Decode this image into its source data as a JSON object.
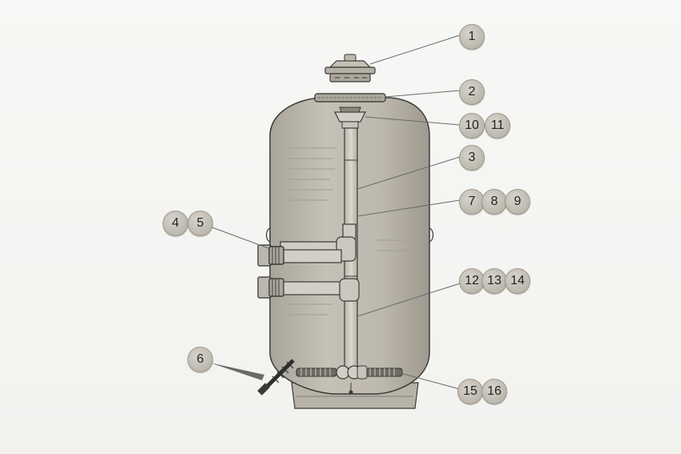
{
  "callouts": [
    {
      "id": "c1",
      "label": "1"
    },
    {
      "id": "c2",
      "label": "2"
    },
    {
      "id": "c10",
      "label": "10"
    },
    {
      "id": "c11",
      "label": "11"
    },
    {
      "id": "c3",
      "label": "3"
    },
    {
      "id": "c7",
      "label": "7"
    },
    {
      "id": "c8",
      "label": "8"
    },
    {
      "id": "c9",
      "label": "9"
    },
    {
      "id": "c4",
      "label": "4"
    },
    {
      "id": "c5",
      "label": "5"
    },
    {
      "id": "c12",
      "label": "12"
    },
    {
      "id": "c13",
      "label": "13"
    },
    {
      "id": "c14",
      "label": "14"
    },
    {
      "id": "c6",
      "label": "6"
    },
    {
      "id": "c15",
      "label": "15"
    },
    {
      "id": "c16",
      "label": "16"
    }
  ],
  "colors": {
    "tank_body": "#bcb7ac",
    "tank_outline": "#3a3a38",
    "pipe": "#cfcbc2",
    "callout_fill": "#c3beb4"
  }
}
